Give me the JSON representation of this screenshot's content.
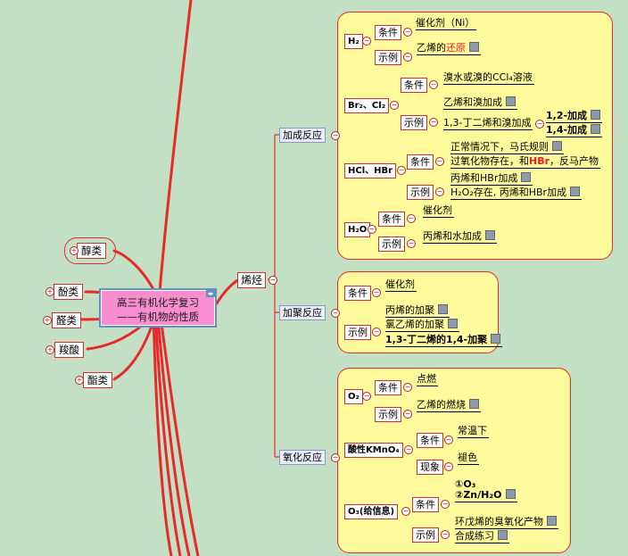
{
  "center": {
    "line1": "高三有机化学复习",
    "line2": "——有机物的性质"
  },
  "left_nodes": {
    "alcohol": "醇类",
    "phenol": "酚类",
    "aldehyde": "醛类",
    "acid": "羧酸",
    "ester": "酯类"
  },
  "alkene": {
    "label": "烯烃"
  },
  "addition": {
    "label": "加成反应",
    "h2": {
      "label": "H₂",
      "cond_label": "条件",
      "cond": "催化剂（Ni）",
      "ex_label": "示例",
      "ex_pre": "乙烯的",
      "ex_red": "还原"
    },
    "br2": {
      "label": "Br₂、Cl₂",
      "cond_label": "条件",
      "cond": "溴水或溴的CCl₄溶液",
      "ex_label": "示例",
      "ex1": "乙烯和溴加成",
      "ex2": "1,3-丁二烯和溴加成",
      "ex2a": "1,2-加成",
      "ex2b": "1,4-加成"
    },
    "hcl": {
      "label": "HCl、HBr",
      "cond_label": "条件",
      "cond1": "正常情况下，马氏规则",
      "cond2_pre": "过氧化物存在，和",
      "cond2_red": "HBr",
      "cond2_post": "，反马产物",
      "ex_label": "示例",
      "ex1": "丙烯和HBr加成",
      "ex2": "H₂O₂存在, 丙烯和HBr加成"
    },
    "h2o": {
      "label": "H₂O",
      "cond_label": "条件",
      "cond": "催化剂",
      "ex_label": "示例",
      "ex": "丙烯和水加成"
    }
  },
  "polymer": {
    "label": "加聚反应",
    "cond_label": "条件",
    "cond": "催化剂",
    "ex_label": "示例",
    "ex1": "丙烯的加聚",
    "ex2": "氯乙烯的加聚",
    "ex3": "1,3-丁二烯的1,4-加聚"
  },
  "oxidation": {
    "label": "氧化反应",
    "o2": {
      "label": "O₂",
      "cond_label": "条件",
      "cond": "点燃",
      "ex_label": "示例",
      "ex": "乙烯的燃烧"
    },
    "kmno4": {
      "label": "酸性KMnO₄",
      "cond_label": "条件",
      "cond": "常温下",
      "obs_label": "现象",
      "obs": "褪色"
    },
    "o3": {
      "label": "O₃(给信息)",
      "cond_label": "条件",
      "cond1": "①O₃",
      "cond2": "②Zn/H₂O",
      "ex_label": "示例",
      "ex1": "环戊烯的臭氧化产物",
      "ex2": "合成练习"
    }
  },
  "colors": {
    "line": "#e8292a",
    "panel": "#fffb9d",
    "background": "#c4e0c4",
    "center": "#f88ed0"
  }
}
